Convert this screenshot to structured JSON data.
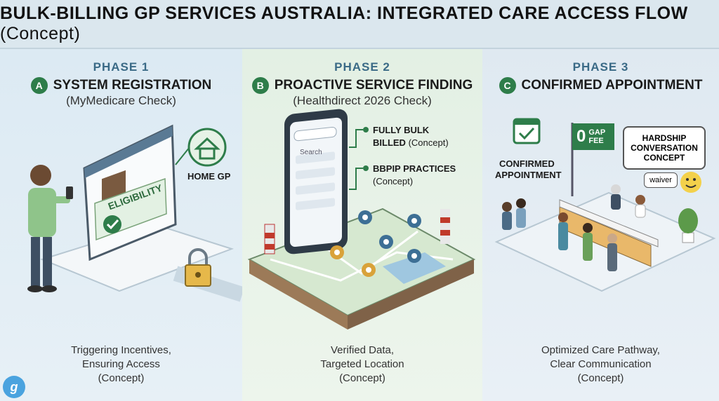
{
  "title": {
    "main": "BULK-BILLING GP SERVICES AUSTRALIA: INTEGRATED CARE ACCESS FLOW",
    "suffix": "(Concept)"
  },
  "phases": [
    {
      "phase": "PHASE 1",
      "badge": "A",
      "heading": "SYSTEM REGISTRATION",
      "subheading": "(MyMedicare Check)",
      "labels": {
        "eligibility": "ELIGIBILITY",
        "home_gp": "HOME GP"
      },
      "caption": [
        "Triggering Incentives,",
        "Ensuring Access",
        "(Concept)"
      ]
    },
    {
      "phase": "PHASE 2",
      "badge": "B",
      "heading": "PROACTIVE SERVICE FINDING",
      "subheading": "(Healthdirect 2026 Check)",
      "labels": {
        "search": "Search",
        "bulk_billed_1": "FULLY BULK",
        "bulk_billed_2": "BILLED",
        "bulk_billed_suffix": "(Concept)",
        "bbpip_1": "BBPIP PRACTICES",
        "bbpip_2": "(Concept)"
      },
      "caption": [
        "Verified Data,",
        "Targeted Location",
        "(Concept)"
      ]
    },
    {
      "phase": "PHASE 3",
      "badge": "C",
      "heading": "CONFIRMED APPOINTMENT",
      "subheading": "",
      "labels": {
        "confirmed_1": "CONFIRMED",
        "confirmed_2": "APPOINTMENT",
        "gap_zero": "0",
        "gap_1": "GAP",
        "gap_2": "FEE",
        "hardship_1": "HARDSHIP",
        "hardship_2": "CONVERSATION",
        "hardship_3": "CONCEPT",
        "waiver": "waiver"
      },
      "caption": [
        "Optimized Care Pathway,",
        "Clear Communication",
        "(Concept)"
      ]
    }
  ],
  "logo": "g",
  "colors": {
    "accent_green": "#2e7d4a",
    "phase_blue": "#3a6a86",
    "pin_blue": "#3d6f95",
    "pin_yellow": "#d9a23a"
  }
}
